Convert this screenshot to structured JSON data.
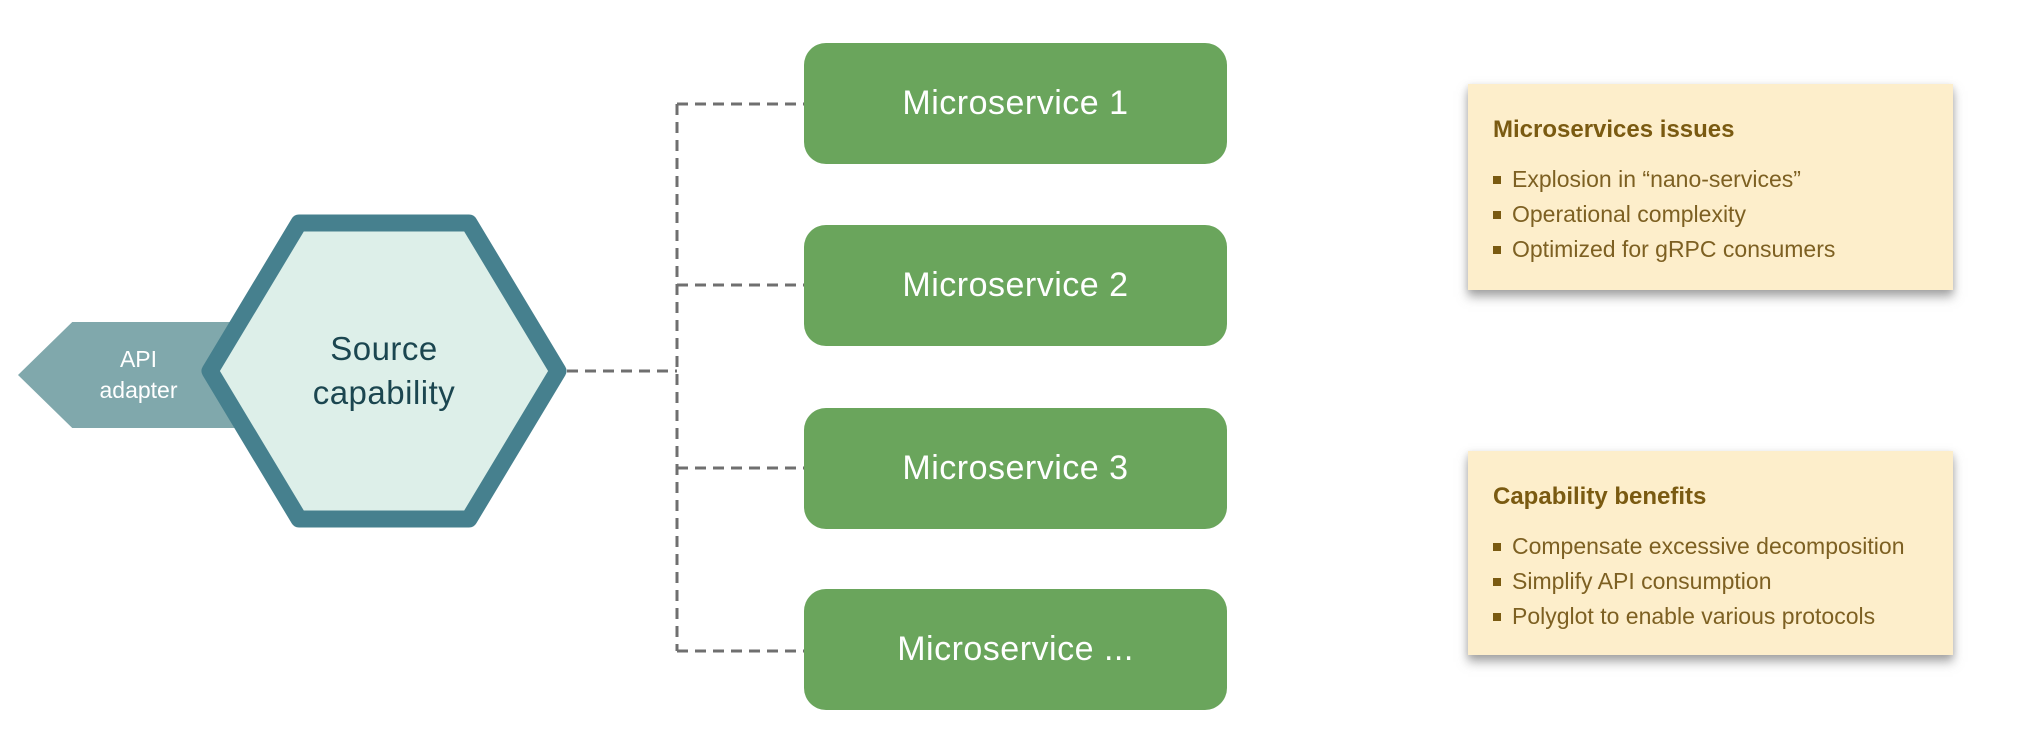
{
  "diagram": {
    "api_adapter": {
      "label": "API adapter"
    },
    "hexagon": {
      "label_line1": "Source",
      "label_line2": "capability"
    },
    "microservices": [
      {
        "label": "Microservice 1"
      },
      {
        "label": "Microservice 2"
      },
      {
        "label": "Microservice 3"
      },
      {
        "label": "Microservice ..."
      }
    ],
    "notes": [
      {
        "title": "Microservices issues",
        "items": [
          "Explosion in “nano-services”",
          "Operational complexity",
          "Optimized for gRPC consumers"
        ]
      },
      {
        "title": "Capability benefits",
        "items": [
          "Compensate excessive decomposition",
          "Simplify API consumption",
          "Polyglot to enable various protocols"
        ]
      }
    ],
    "colors": {
      "microservice_green": "#6aa55c",
      "hexagon_border_teal": "#46808e",
      "hexagon_fill_mint": "#ddefe9",
      "hexagon_text": "#1b4650",
      "adapter_teal_gray": "#80a8ac",
      "note_background": "#fdeecb",
      "note_text_brown": "#7d6022",
      "note_title_brown": "#7a5a11",
      "connector_gray": "#6f6f6f"
    }
  }
}
